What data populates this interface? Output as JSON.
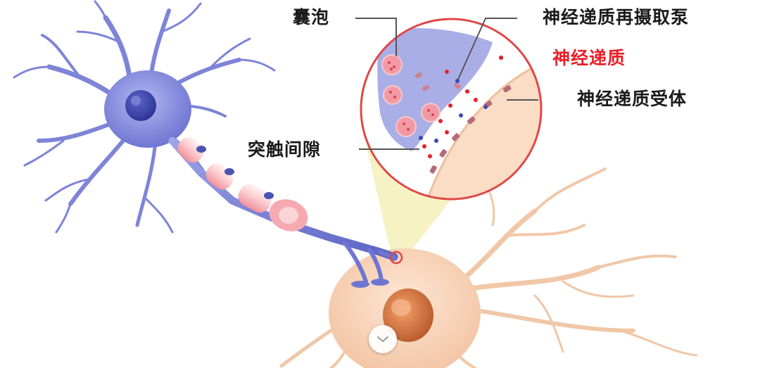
{
  "labels": {
    "vesicle": "囊泡",
    "reuptake_pump": "神经递质再摄取泵",
    "neurotransmitter": "神经递质",
    "receptor": "神经递质受体",
    "synaptic_cleft": "突触间隙"
  },
  "colors": {
    "neuron_blue": "#7e84d8",
    "neuron_blue_dark": "#4a52b4",
    "target_cell": "#f7d2b5",
    "dendrite_peach": "#f1c7a7",
    "myelin_pink": "#f48c95",
    "zoom_ring": "#e04848",
    "highlight_label": "#e8202a"
  },
  "icons": {
    "scroll_button": "chevron-down-icon"
  }
}
